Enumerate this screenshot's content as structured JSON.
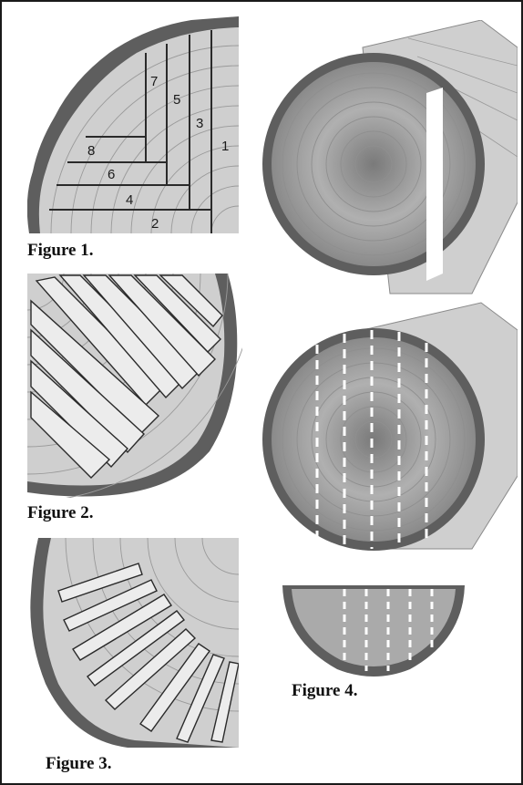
{
  "figures": [
    {
      "id": "fig1",
      "caption": "Figure 1.",
      "board_labels": [
        "1",
        "2",
        "3",
        "4",
        "5",
        "6",
        "7",
        "8"
      ]
    },
    {
      "id": "fig2",
      "caption": "Figure 2."
    },
    {
      "id": "fig3",
      "caption": "Figure 3."
    },
    {
      "id": "fig4",
      "caption": "Figure 4."
    }
  ],
  "colors": {
    "bark": "#5e5e5e",
    "wood": "#cfcfcf",
    "ring": "#9a9a9a",
    "board": "#ececec",
    "outline": "#2a2a2a",
    "cut_line": "#ffffff"
  }
}
